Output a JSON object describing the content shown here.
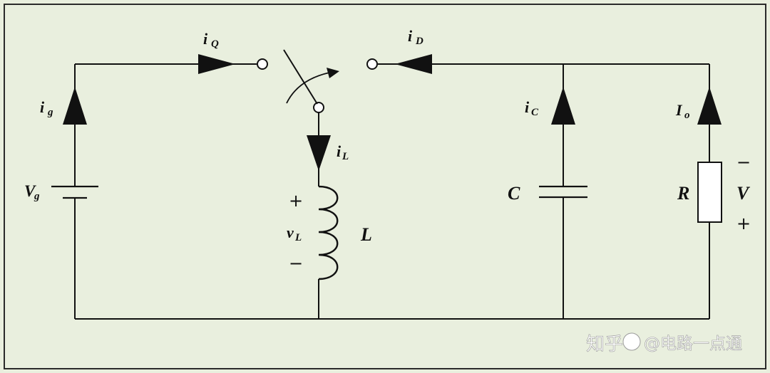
{
  "labels": {
    "iQ": {
      "main": "i",
      "sub": "Q"
    },
    "iD": {
      "main": "i",
      "sub": "D"
    },
    "ig": {
      "main": "i",
      "sub": "g"
    },
    "iL": {
      "main": "i",
      "sub": "L"
    },
    "iC": {
      "main": "i",
      "sub": "C"
    },
    "Io": {
      "main": "I",
      "sub": "o"
    },
    "Vg": {
      "main": "V",
      "sub": "g"
    },
    "vL": {
      "main": "v",
      "sub": "L"
    },
    "L": "L",
    "C": "C",
    "R": "R",
    "V": "V",
    "plus": "+",
    "minus": "−"
  },
  "watermark": {
    "brand": "知乎",
    "author": "@电路一点通"
  },
  "colors": {
    "background": "#e9efde",
    "line": "#111111"
  }
}
